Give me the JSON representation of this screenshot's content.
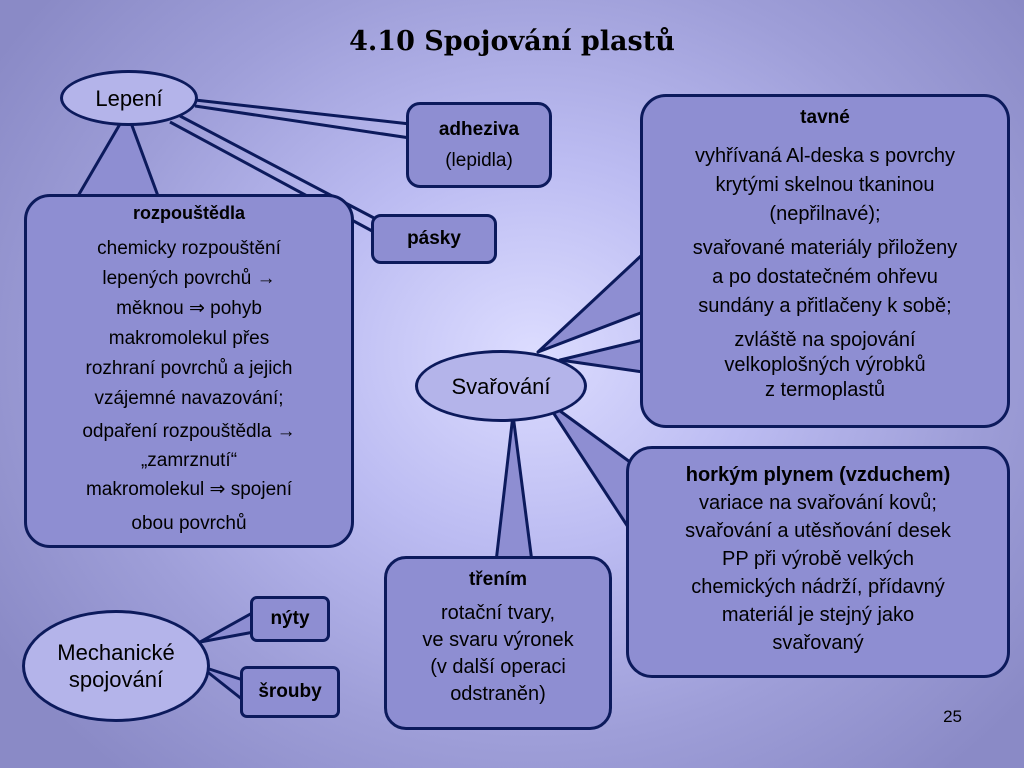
{
  "title": "4.10 Spojování plastů",
  "nodes": {
    "lepeni": "Lepení",
    "svarovani": "Svařování",
    "mechanicke": [
      "Mechanické",
      "spojování"
    ]
  },
  "boxes": {
    "adheziva": {
      "heading": "adheziva",
      "lines": [
        "(lepidla)"
      ]
    },
    "pasky": {
      "heading": "pásky"
    },
    "rozpoustedla": {
      "heading": "rozpouštědla",
      "lines": [
        "chemicky rozpouštění",
        "lepených povrchů →",
        "měknou ⇒ pohyb",
        "makromolekul přes",
        "rozhraní povrchů a jejich",
        "vzájemné navazování;",
        "odpaření rozpouštědla →",
        "„zamrznutí“",
        "makromolekul ⇒ spojení",
        "obou povrchů"
      ]
    },
    "tavne": {
      "heading": "tavné",
      "lines": [
        "vyhřívaná Al-deska s povrchy",
        "krytými skelnou tkaninou",
        "(nepřilnavé);",
        "svařované materiály přiloženy",
        "a po dostatečném ohřevu",
        "sundány a přitlačeny k sobě;",
        "zvláště na spojování",
        "velkoplošných výrobků",
        "z termoplastů"
      ]
    },
    "horkym_plynem": {
      "heading": "horkým plynem (vzduchem)",
      "lines": [
        "variace na svařování kovů;",
        "svařování a utěsňování desek",
        "PP při výrobě velkých",
        "chemických nádrží, přídavný",
        "materiál je stejný jako",
        "svařovaný"
      ]
    },
    "trenim": {
      "heading": "třením",
      "lines": [
        "rotační tvary,",
        "ve svaru výronek",
        "(v další operaci",
        "odstraněn)"
      ]
    },
    "nyty": {
      "heading": "nýty"
    },
    "srouby": {
      "heading": "šrouby"
    }
  },
  "page_number": "25",
  "colors": {
    "outline": "#0c1a5c",
    "box_fill": "#8e8ed2",
    "node_fill": "#b4b4ea"
  }
}
